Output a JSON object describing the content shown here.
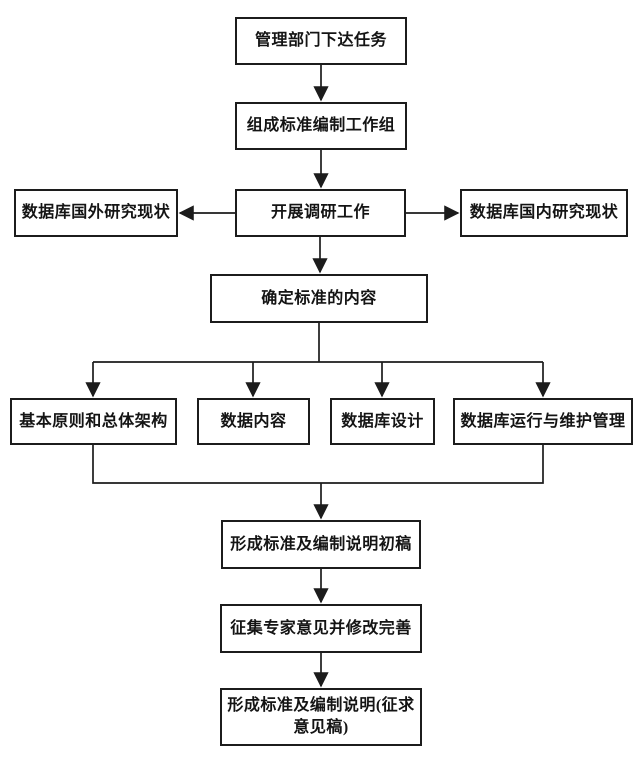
{
  "diagram": {
    "type": "flowchart",
    "colors": {
      "line": "#1c1c1c",
      "box_border": "#1c1c1c",
      "text": "#141414",
      "background": "#ffffff"
    },
    "nodes": {
      "task": "管理部门下达任务",
      "group": "组成标准编制工作组",
      "foreign": "数据库国外研究现状",
      "research": "开展调研工作",
      "domestic": "数据库国内研究现状",
      "content": "确定标准的内容",
      "branch1": "基本原则和总体架构",
      "branch2": "数据内容",
      "branch3": "数据库设计",
      "branch4": "数据库运行与维护管理",
      "draft": "形成标准及编制说明初稿",
      "expert": "征集专家意见并修改完善",
      "final": {
        "line1": "形成标准及编制说明(征求",
        "line2": "意见稿)"
      }
    },
    "edges": [
      {
        "from": "管理部门下达任务",
        "to": "组成标准编制工作组"
      },
      {
        "from": "组成标准编制工作组",
        "to": "开展调研工作"
      },
      {
        "from": "开展调研工作",
        "to": "数据库国外研究现状"
      },
      {
        "from": "开展调研工作",
        "to": "数据库国内研究现状"
      },
      {
        "from": "开展调研工作",
        "to": "确定标准的内容"
      },
      {
        "from": "确定标准的内容",
        "to": "基本原则和总体架构"
      },
      {
        "from": "确定标准的内容",
        "to": "数据内容"
      },
      {
        "from": "确定标准的内容",
        "to": "数据库设计"
      },
      {
        "from": "确定标准的内容",
        "to": "数据库运行与维护管理"
      },
      {
        "from": "基本原则和总体架构",
        "to": "形成标准及编制说明初稿"
      },
      {
        "from": "数据库运行与维护管理",
        "to": "形成标准及编制说明初稿"
      },
      {
        "from": "形成标准及编制说明初稿",
        "to": "征集专家意见并修改完善"
      },
      {
        "from": "征集专家意见并修改完善",
        "to": "形成标准及编制说明(征求意见稿)"
      }
    ]
  }
}
